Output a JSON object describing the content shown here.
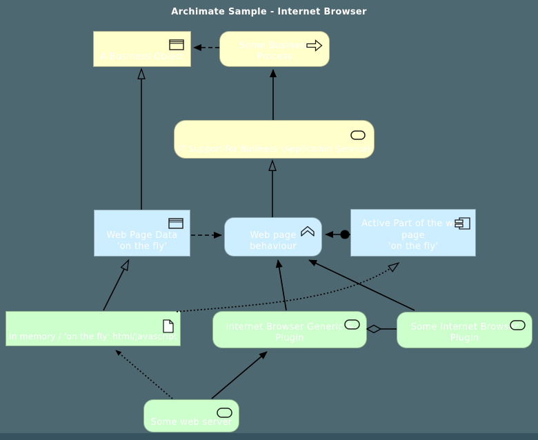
{
  "title": "Archimate Sample - Internet Browser",
  "colors": {
    "background": "#4e6871",
    "footer_strip": "#36535f",
    "business_layer": "#ffffcc",
    "application_layer": "#cdeeff",
    "technology_layer": "#ccffcc",
    "label_text": "#ffffff",
    "line": "#000000"
  },
  "nodes": {
    "business_object": {
      "label": "A Business Object",
      "icon": "business-object-icon"
    },
    "business_process": {
      "label": "Some Business Process",
      "icon": "process-icon"
    },
    "application_service": {
      "label": "IT Support for Business (Application Service)",
      "icon": "service-icon"
    },
    "web_page_data": {
      "label": "Web Page Data\n'on the fly'",
      "icon": "data-object-icon"
    },
    "web_page_behaviour": {
      "label": "Web page behaviour",
      "icon": "function-icon"
    },
    "active_part": {
      "label": "Active Part of the web page\n'on the fly'",
      "icon": "component-icon"
    },
    "in_memory_html": {
      "label": "in memory / 'on the fly' html/javascript",
      "icon": "artifact-icon"
    },
    "internet_browser": {
      "label": "Internet Browser Generic & Plugin",
      "icon": "system-software-icon"
    },
    "browser_plugin": {
      "label": "Some Internet Browser Plugin",
      "icon": "system-software-icon"
    },
    "web_server": {
      "label": "Some web server",
      "icon": "system-software-icon"
    }
  },
  "relationships": [
    {
      "from": "business_process",
      "to": "business_object",
      "style": "dashed-filled-arrow"
    },
    {
      "from": "web_page_data",
      "to": "business_object",
      "style": "solid-open-arrow"
    },
    {
      "from": "application_service",
      "to": "business_process",
      "style": "solid-filled-arrow"
    },
    {
      "from": "web_page_behaviour",
      "to": "application_service",
      "style": "solid-open-arrow"
    },
    {
      "from": "web_page_data",
      "to": "web_page_behaviour",
      "style": "dashed-filled-arrow"
    },
    {
      "from": "active_part",
      "to": "web_page_behaviour",
      "style": "ball-and-filled-arrow"
    },
    {
      "from": "in_memory_html",
      "to": "web_page_data",
      "style": "solid-open-arrow"
    },
    {
      "from": "internet_browser",
      "to": "web_page_behaviour",
      "style": "solid-filled-arrow"
    },
    {
      "from": "browser_plugin",
      "to": "web_page_behaviour",
      "style": "solid-filled-arrow"
    },
    {
      "from": "in_memory_html",
      "to": "active_part",
      "style": "dotted-open-arrow"
    },
    {
      "from": "internet_browser",
      "to": "browser_plugin",
      "style": "hollow-diamond"
    },
    {
      "from": "web_server",
      "to": "in_memory_html",
      "style": "dotted-filled-arrow"
    },
    {
      "from": "web_server",
      "to": "internet_browser",
      "style": "solid-filled-arrow"
    }
  ]
}
